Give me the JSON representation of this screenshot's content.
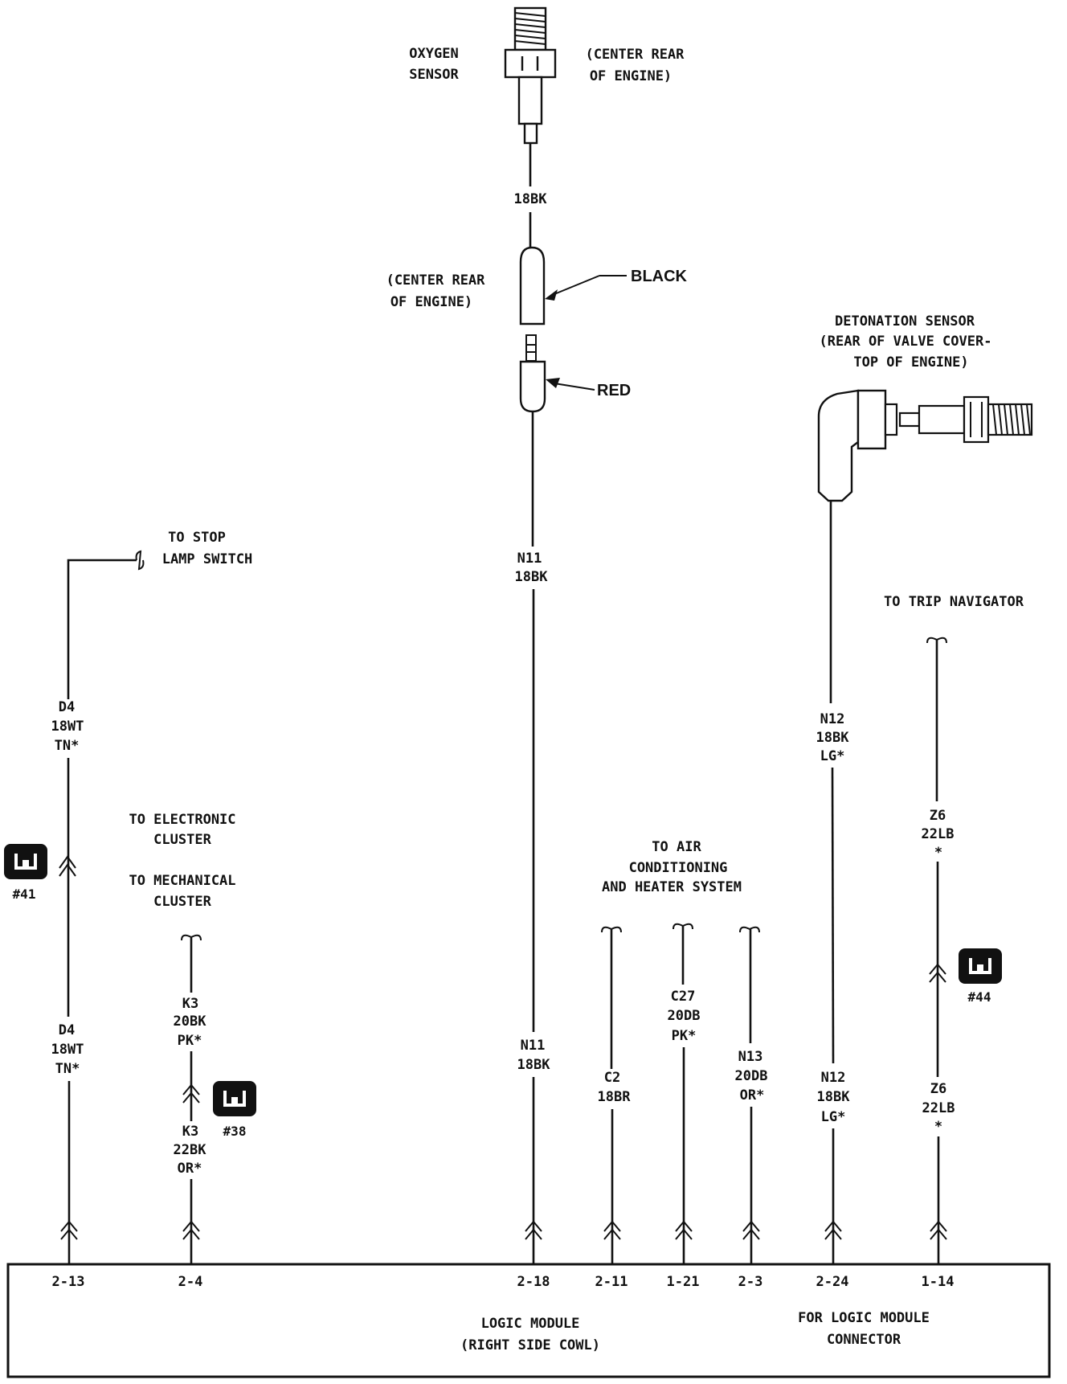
{
  "oxygen_sensor": {
    "name": [
      "OXYGEN",
      "SENSOR"
    ],
    "location": [
      "(CENTER REAR",
      "OF ENGINE)"
    ],
    "wire_top": "18BK",
    "connector_location": [
      "(CENTER REAR",
      "OF ENGINE)"
    ],
    "connector_black": "BLACK",
    "connector_red": "RED",
    "wire_mid": [
      "N11",
      "18BK"
    ],
    "wire_low": [
      "N11",
      "18BK"
    ]
  },
  "detonation_sensor": {
    "title": [
      "DETONATION SENSOR",
      "(REAR OF VALVE COVER-",
      "TOP OF ENGINE)"
    ],
    "wire_upper": [
      "N12",
      "18BK",
      "LG*"
    ],
    "wire_lower": [
      "N12",
      "18BK",
      "LG*"
    ]
  },
  "stop_lamp": {
    "label": [
      "TO STOP",
      "LAMP SWITCH"
    ],
    "wire_upper": [
      "D4",
      "18WT",
      "TN*"
    ],
    "wire_lower": [
      "D4",
      "18WT",
      "TN*"
    ],
    "ref": "#41"
  },
  "cluster": {
    "label_electronic": [
      "TO ELECTRONIC",
      "CLUSTER"
    ],
    "label_mechanical": [
      "TO MECHANICAL",
      "CLUSTER"
    ],
    "wire_upper": [
      "K3",
      "20BK",
      "PK*"
    ],
    "wire_lower": [
      "K3",
      "22BK",
      "OR*"
    ],
    "ref": "#38"
  },
  "ac_heater": {
    "label": [
      "TO AIR",
      "CONDITIONING",
      "AND HEATER SYSTEM"
    ],
    "wire_c2": [
      "C2",
      "18BR"
    ],
    "wire_c27": [
      "C27",
      "20DB",
      "PK*"
    ],
    "wire_n13": [
      "N13",
      "20DB",
      "OR*"
    ]
  },
  "trip_navigator": {
    "label": "TO TRIP NAVIGATOR",
    "wire_upper": [
      "Z6",
      "22LB",
      "*"
    ],
    "wire_lower": [
      "Z6",
      "22LB",
      "*"
    ],
    "ref": "#44"
  },
  "logic_module": {
    "pins": [
      "2-13",
      "2-4",
      "2-18",
      "2-11",
      "1-21",
      "2-3",
      "2-24",
      "1-14"
    ],
    "name": [
      "LOGIC MODULE",
      "(RIGHT SIDE COWL)"
    ],
    "connector_note": [
      "FOR LOGIC MODULE",
      "CONNECTOR"
    ]
  },
  "colors": {
    "ink": "#111111",
    "paper": "#ffffff"
  }
}
